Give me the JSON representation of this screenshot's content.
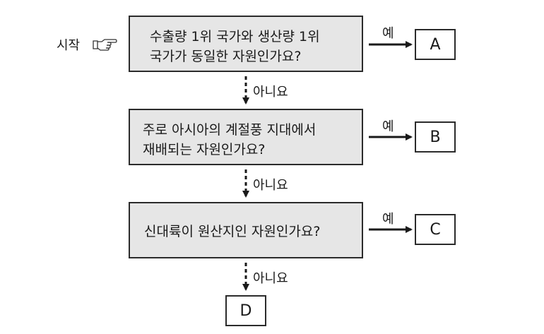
{
  "start": {
    "label": "시작",
    "icon": "pointing-hand-icon"
  },
  "questions": [
    {
      "lines": [
        "수출량 1위 국가와 생산량 1위",
        "국가가 동일한 자원인가요?"
      ],
      "yes_label": "예",
      "yes_result": "A",
      "no_label": "아니요"
    },
    {
      "lines": [
        "주로 아시아의 계절풍 지대에서",
        "재배되는 자원인가요?"
      ],
      "yes_label": "예",
      "yes_result": "B",
      "no_label": "아니요"
    },
    {
      "lines": [
        "신대륙이 원산지인 자원인가요?"
      ],
      "yes_label": "예",
      "yes_result": "C",
      "no_label": "아니요"
    }
  ],
  "final_result": "D"
}
